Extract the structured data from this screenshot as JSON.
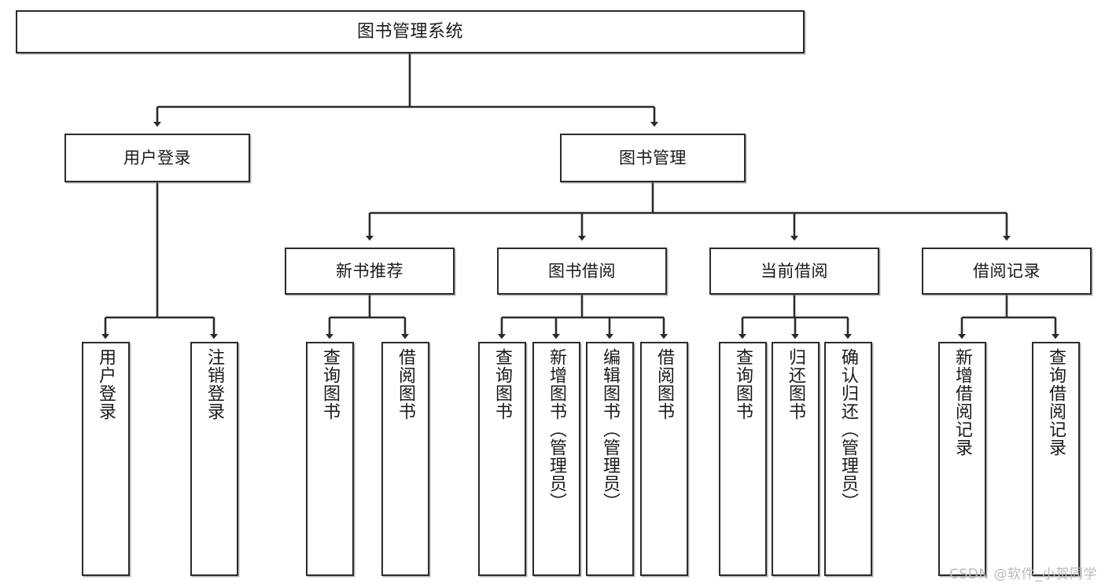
{
  "diagram": {
    "title": "图书管理系统",
    "type": "tree",
    "colors": {
      "stroke": "#2b2b2b",
      "fill": "#ffffff",
      "text": "#1a1a1a",
      "watermark": "#b9b9b9"
    },
    "nodes": {
      "root": {
        "label": "图书管理系统"
      },
      "level2": [
        {
          "id": "user-login",
          "label": "用户登录"
        },
        {
          "id": "book-manage",
          "label": "图书管理"
        }
      ],
      "level3": [
        {
          "id": "new-book-recommend",
          "label": "新书推荐"
        },
        {
          "id": "book-borrow",
          "label": "图书借阅"
        },
        {
          "id": "current-borrow",
          "label": "当前借阅"
        },
        {
          "id": "borrow-record",
          "label": "借阅记录"
        }
      ],
      "leaves": {
        "user_login": [
          {
            "id": "leaf-user-login",
            "label": "用户登录"
          },
          {
            "id": "leaf-user-logout",
            "label": "注销登录"
          }
        ],
        "new_book_recommend": [
          {
            "id": "leaf-query-book-1",
            "label": "查询图书"
          },
          {
            "id": "leaf-borrow-book-1",
            "label": "借阅图书"
          }
        ],
        "book_borrow": [
          {
            "id": "leaf-query-book-2",
            "label": "查询图书"
          },
          {
            "id": "leaf-add-book",
            "label": "新增图书（管理员）"
          },
          {
            "id": "leaf-edit-book",
            "label": "编辑图书（管理员）"
          },
          {
            "id": "leaf-borrow-book-2",
            "label": "借阅图书"
          }
        ],
        "current_borrow": [
          {
            "id": "leaf-query-book-3",
            "label": "查询图书"
          },
          {
            "id": "leaf-return-book",
            "label": "归还图书"
          },
          {
            "id": "leaf-confirm-return",
            "label": "确认归还（管理员）"
          }
        ],
        "borrow_record": [
          {
            "id": "leaf-add-record",
            "label": "新增借阅记录"
          },
          {
            "id": "leaf-query-record",
            "label": "查询借阅记录"
          }
        ]
      }
    },
    "watermark": "CSDN @软件_小贺同学"
  }
}
